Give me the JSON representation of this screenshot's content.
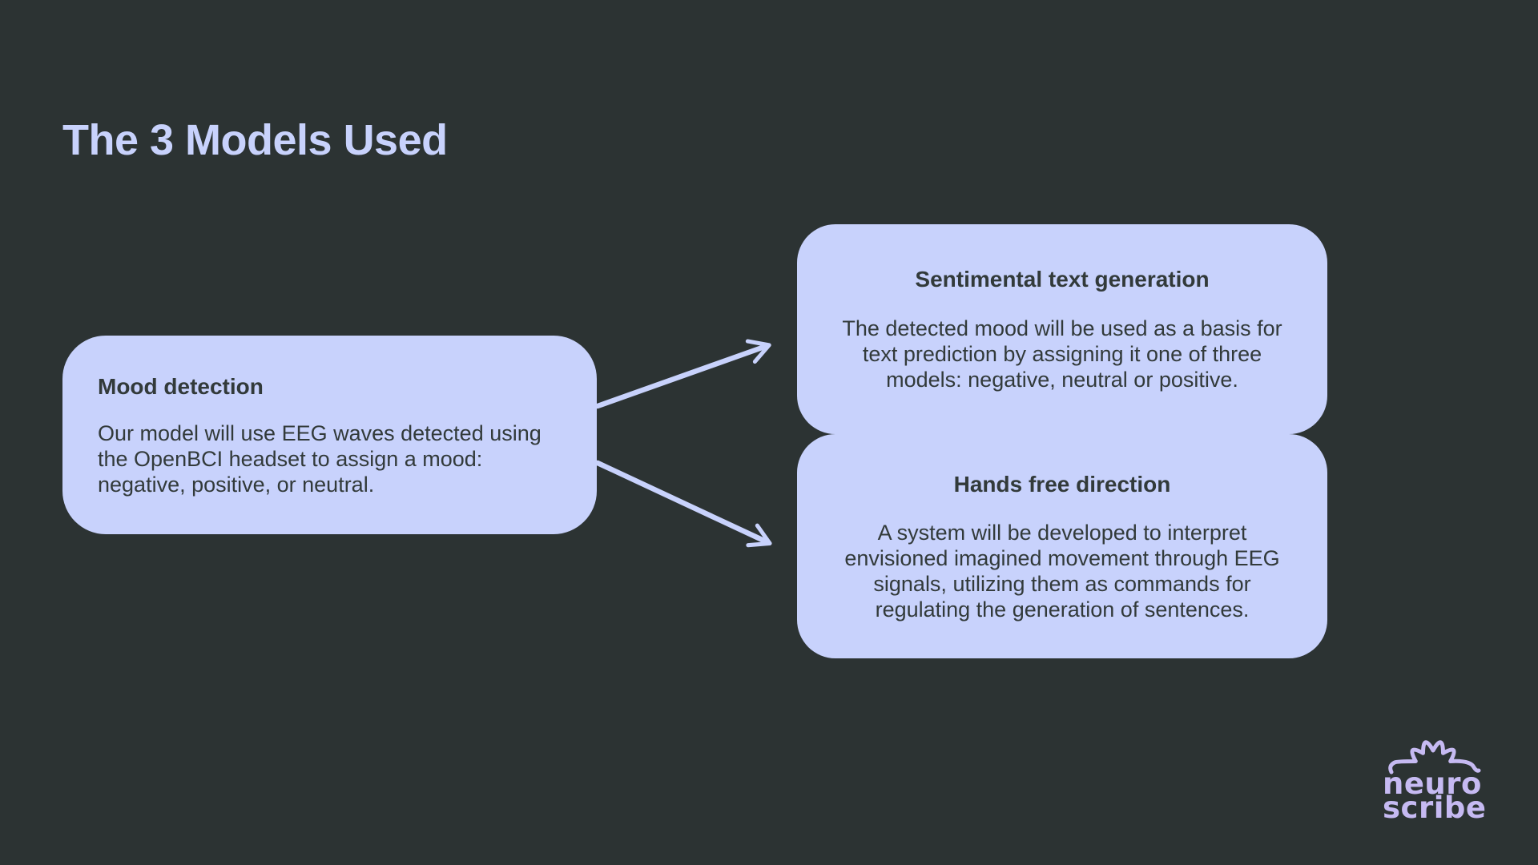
{
  "slide": {
    "title": "The 3 Models Used"
  },
  "boxes": {
    "mood": {
      "title": "Mood detection",
      "body": "Our model will use EEG waves detected using\nthe OpenBCI headset to assign a mood:\nnegative, positive, or neutral."
    },
    "sentimental": {
      "title": "Sentimental text generation",
      "body": "The detected mood will be used as a basis for\ntext prediction by assigning it one of three\nmodels: negative, neutral or positive."
    },
    "hands": {
      "title": "Hands free direction",
      "body": "A system will be developed to interpret\nenvisioned imagined movement through EEG\nsignals, utilizing them as commands for\nregulating the generation of sentences."
    }
  },
  "logo": {
    "line1": "neuro",
    "line2": "scribe"
  },
  "colors": {
    "background": "#2c3333",
    "accent_lavender": "#c8d2fc",
    "box_text": "#323a3a",
    "logo_purple": "#c6baf2"
  }
}
